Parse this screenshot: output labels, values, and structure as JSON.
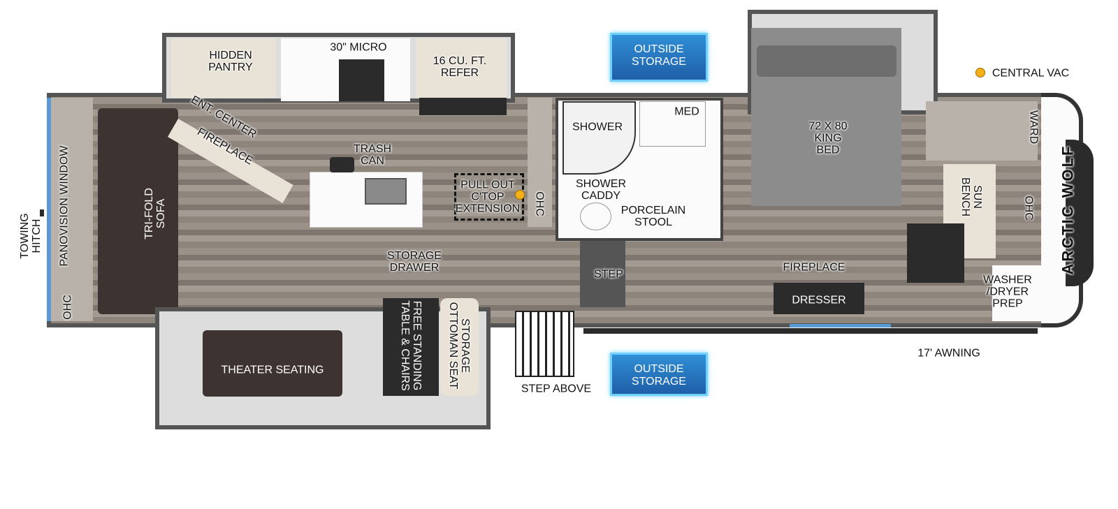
{
  "labels": {
    "hidden_pantry": "HIDDEN\nPANTRY",
    "micro": "30\" MICRO",
    "refer": "16 CU. FT.\nREFER",
    "outside_storage_top": "OUTSIDE\nSTORAGE",
    "outside_storage_bottom": "OUTSIDE\nSTORAGE",
    "central_vac": "CENTRAL VAC",
    "ward": "WARD",
    "king_bed": "72 X 80\nKING\nBED",
    "med": "MED",
    "shower": "SHOWER",
    "ent_center": "ENT. CENTER",
    "fireplace_front": "FIREPLACE",
    "trash_can": "TRASH\nCAN",
    "pull_out": "PULL OUT\nC'TOP\nEXTENSION",
    "ohc_kitchen": "OHC",
    "shower_caddy": "SHOWER\nCADDY",
    "porcelain_stool": "PORCELAIN\nSTOOL",
    "tri_fold_sofa": "TRI-FOLD\nSOFA",
    "panovision_window": "PANOVISION WINDOW",
    "towing_hitch": "TOWING\nHITCH",
    "ohc_rear": "OHC",
    "storage_drawer": "STORAGE\nDRAWER",
    "step": "STEP",
    "fireplace_bedroom": "FIREPLACE",
    "washer_dryer": "WASHER\n/DRYER\nPREP",
    "dresser": "DRESSER",
    "sun_bench": "SUN\nBENCH",
    "ohc_front": "OHC",
    "brand": "ARCTIC WOLF",
    "table_chairs": "FREE STANDING\nTABLE & CHAIRS",
    "ottoman": "STORAGE\nOTTOMAN SEAT",
    "theater_seating": "THEATER SEATING",
    "step_above": "STEP ABOVE",
    "awning": "17' AWNING"
  },
  "colors": {
    "storage": "#2f8fd6",
    "marker": "#f5b018",
    "window": "#5b9bd5"
  }
}
